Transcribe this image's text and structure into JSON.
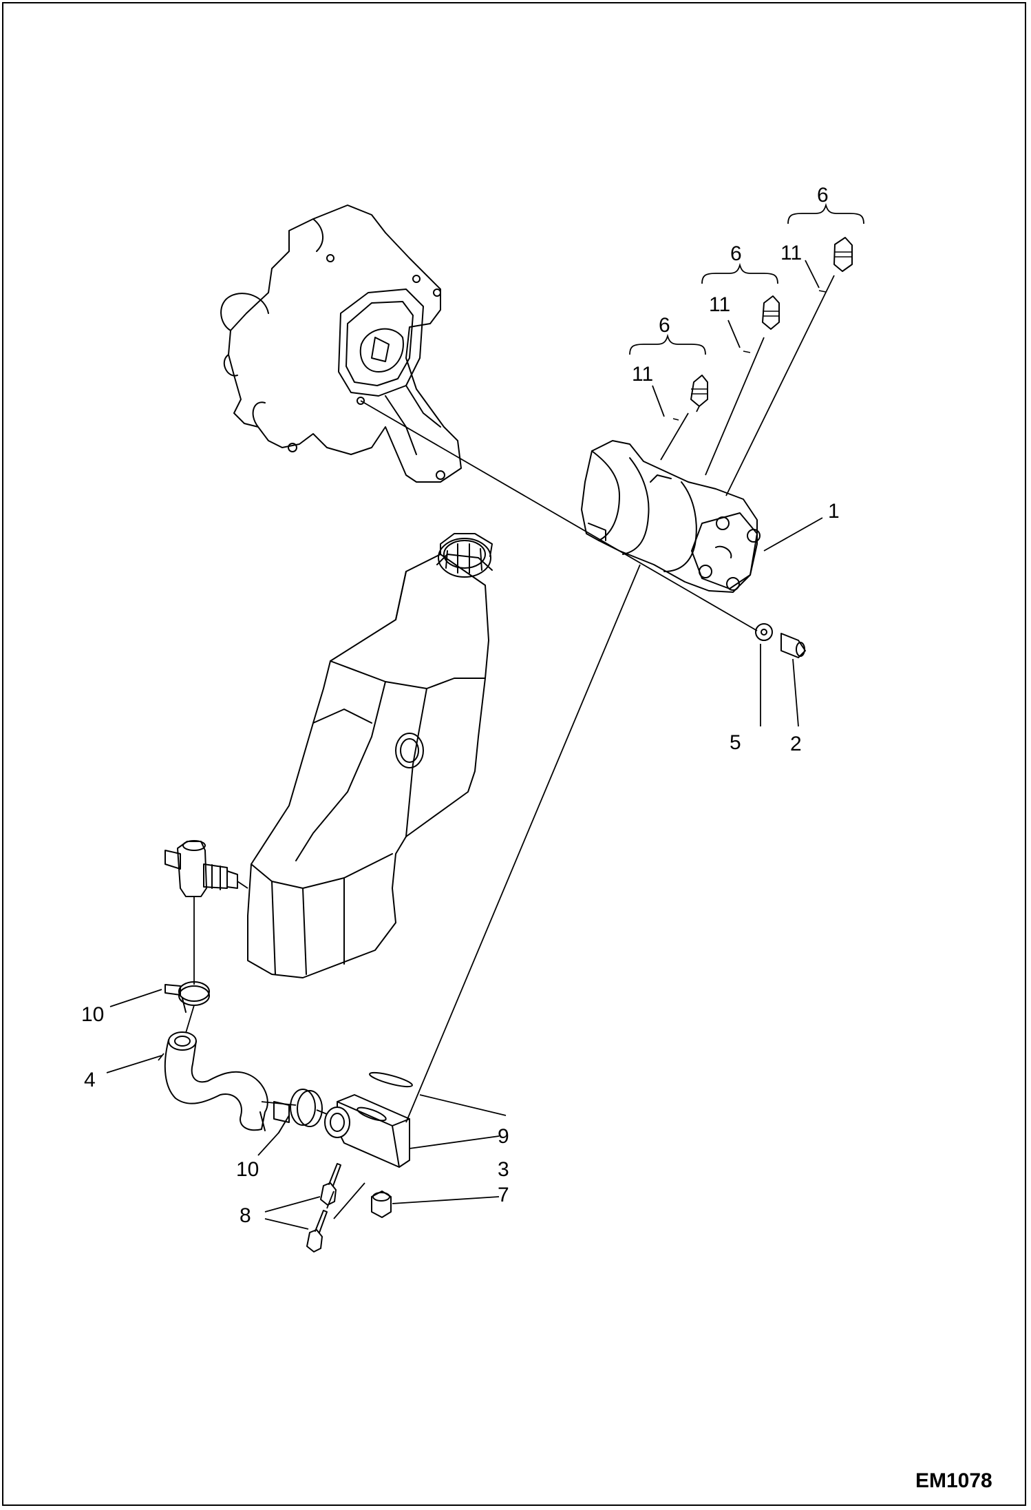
{
  "figure": {
    "code": "EM1078",
    "callouts": {
      "c1": "1",
      "c2": "2",
      "c3": "3",
      "c4": "4",
      "c5": "5",
      "c6a": "6",
      "c6b": "6",
      "c6c": "6",
      "c7": "7",
      "c8": "8",
      "c9": "9",
      "c10a": "10",
      "c10b": "10",
      "c11a": "11",
      "c11b": "11",
      "c11c": "11"
    }
  }
}
